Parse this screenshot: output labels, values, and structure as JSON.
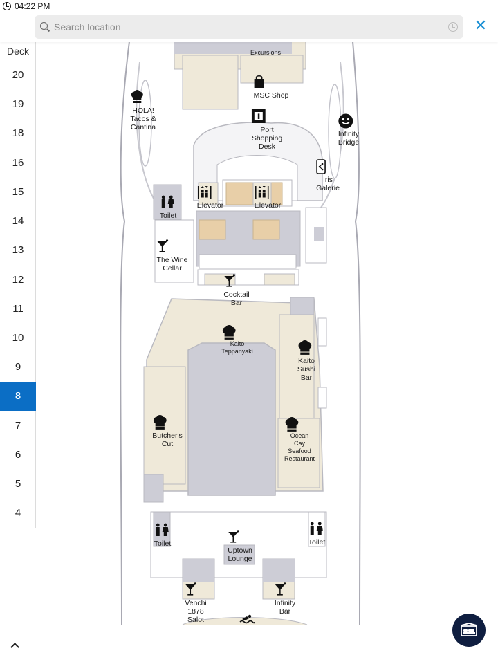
{
  "status_bar": {
    "time": "04:22 PM"
  },
  "search": {
    "placeholder": "Search location",
    "close_label": "✕"
  },
  "deck_nav": {
    "title": "Deck",
    "decks": [
      "20",
      "19",
      "18",
      "16",
      "15",
      "14",
      "13",
      "12",
      "11",
      "10",
      "9",
      "8",
      "7",
      "6",
      "5",
      "4"
    ],
    "selected": "8"
  },
  "map": {
    "pois": {
      "excursions": "Excursions",
      "msc_shop": "MSC Shop",
      "hola": "HOLA!\nTacos &\nCantina",
      "port_shopping": "Port\nShopping\nDesk",
      "infinity_bridge": "Infinity\nBridge",
      "iris_galerie": "Iris\nGalerie",
      "elevator_left": "Elevator",
      "elevator_right": "Elevator",
      "toilet_upper": "Toilet",
      "wine_cellar": "The Wine\nCellar",
      "cocktail_bar": "Cocktail\nBar",
      "kaito_teppanyaki": "Kaito\nTeppanyaki",
      "kaito_sushi": "Kaito\nSushi\nBar",
      "butchers_cut": "Butcher's\nCut",
      "ocean_cay": "Ocean\nCay\nSeafood\nRestaurant",
      "toilet_lower_left": "Toilet",
      "uptown_lounge": "Uptown\nLounge",
      "toilet_lower_right": "Toilet",
      "venchi": "Venchi\n1878\nSalot",
      "infinity_bar": "Infinity\nBar"
    },
    "colors": {
      "room": "#efe9d9",
      "venue": "#cdcdd6",
      "wall": "#b9b9c0",
      "highlight": "#e8cfa8",
      "hull": "#a9a9b3"
    }
  },
  "bottom_bar": {
    "collapse_icon": "chevron-up-icon",
    "cabin_icon": "bed-icon"
  }
}
